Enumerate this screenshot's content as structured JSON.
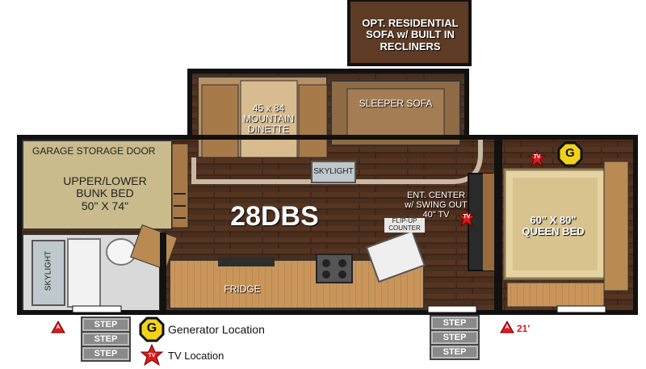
{
  "model": "28DBS",
  "rooms": {
    "opt_sofa": [
      "OPT. RESIDENTIAL",
      "SOFA w/ BUILT IN",
      "RECLINERS"
    ],
    "dinette": [
      "45 x 84",
      "MOUNTAIN",
      "DINETTE"
    ],
    "sleeper_sofa": "SLEEPER SOFA",
    "skylight_main": "SKYLIGHT",
    "garage_door": "GARAGE STORAGE DOOR",
    "bunk_bed": [
      "UPPER/LOWER",
      "BUNK BED",
      "50\" X 74\""
    ],
    "skylight_bath": "SKYLIGHT",
    "fridge": "FRIDGE",
    "flip_counter": [
      "FLIP-UP",
      "COUNTER"
    ],
    "ent_center": [
      "ENT. CENTER",
      "w/ SWING OUT",
      "40\" TV"
    ],
    "queen_bed": [
      "60\" X 80\"",
      "QUEEN BED"
    ]
  },
  "steps": [
    "STEP",
    "STEP",
    "STEP"
  ],
  "legend": {
    "generator_symbol": "G",
    "generator_label": "Generator Location",
    "tv_symbol": "TV",
    "tv_label": "TV Location"
  },
  "axle_marker": "A",
  "dimension": "21'",
  "colors": {
    "floor": "#4a2e1e",
    "cabinet": "#c9955a",
    "wall": "#111111",
    "bunk_room": "#c9bb8c",
    "tv_star": "#e01b1b",
    "generator_yellow": "#f2d21b"
  }
}
